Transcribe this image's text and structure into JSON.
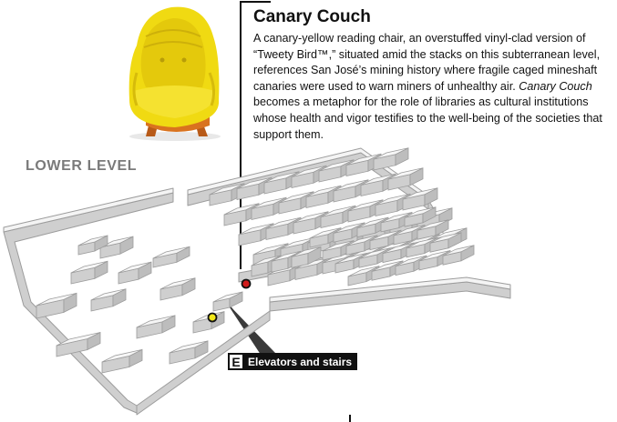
{
  "title": "Canary Couch",
  "description": {
    "part1": "A canary-yellow reading chair, an overstuffed vinyl-clad version of “Tweety Bird™,” situated amid the stacks on this subterranean level, references San José’s mining history where fragile caged mineshaft canaries were used to warn miners of unhealthy air. ",
    "emphasis": "Canary Couch",
    "part2": " becomes a metaphor for the role of libraries as cultural institutions whose health and vigor testifies to the well-being of the societies that support them."
  },
  "level_label": "LOWER LEVEL",
  "legend": {
    "letter": "E",
    "label": "Elevators and stairs"
  },
  "colors": {
    "chair_yellow": "#f2dc12",
    "chair_legs": "#c8651b",
    "wall_top": "#f4f4f4",
    "wall_side": "#cfcfcf",
    "wall_stroke": "#9c9c9c",
    "marker_red": "#d11a1a",
    "marker_yellow": "#f2e81a"
  }
}
